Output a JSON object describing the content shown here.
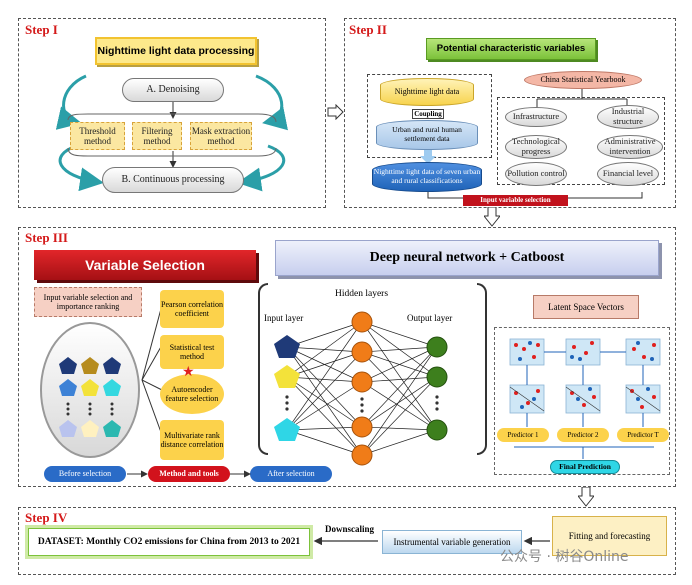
{
  "step1": {
    "label": "Step I",
    "title": "Nighttime light data processing",
    "denoising": "A.    Denoising",
    "methods": [
      "Threshold method",
      "Filtering method",
      "Mask extraction method"
    ],
    "continuous": "B.    Continuous processing"
  },
  "step2": {
    "label": "Step II",
    "title": "Potential characteristic variables",
    "ntl": "Nighttime light data",
    "coupling": "Coupling",
    "urban": "Urban and rural human settlement data",
    "ntl7": "Nighttime light data of seven urban and rural classifications",
    "csy": "China Statistical Yearbook",
    "factors": [
      "Infrastructure",
      "Industrial structure",
      "Technological progress",
      "Administrative intervention",
      "Pollution control",
      "Financial level"
    ],
    "input_selection": "Input variable selection"
  },
  "step3": {
    "label": "Step III",
    "var_selection": "Variable Selection",
    "dnn": "Deep neural network + Catboost",
    "input_ranking": "Input variable selection and importance ranking",
    "methods": [
      "Pearson correlation coefficient",
      "Statistical test method",
      "Autoencoder feature selection",
      "Multivariate rank distance correlation"
    ],
    "hidden": "Hidden layers",
    "input_layer": "Input layer",
    "output_layer": "Output layer",
    "latent": "Latent Space Vectors",
    "predictors": [
      "Predictor 1",
      "Predictor 2",
      "Predictor T"
    ],
    "final": "Final Prediction",
    "before": "Before selection",
    "method_tools": "Method and tools",
    "after": "After selection"
  },
  "step4": {
    "label": "Step IV",
    "dataset": "DATASET: Monthly CO2 emissions for China from 2013 to 2021",
    "downscaling": "Downscaling",
    "instrumental": "Instrumental variable generation",
    "fitting": "Fitting and forecasting"
  },
  "watermark": "公众号 · 树谷Online",
  "colors": {
    "step_red": "#d41a1a",
    "yellow": "#fbe7a1",
    "green": "#8fce3f",
    "blue": "#1f63b8",
    "orange": "#f07c18",
    "darkgreen": "#3d7f1d",
    "cyan": "#00c0d8",
    "navy": "#1f3a78"
  }
}
